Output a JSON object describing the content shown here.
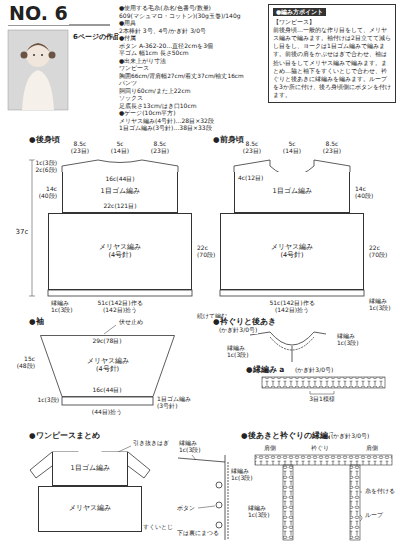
{
  "diagram": {
    "title": "NO. 6",
    "nodes": [
      {
        "text": [
          "●編み方ポイント",
          "【ワンピース】",
          "前後身頃…一般的な作り目をして、メリヤス編みで編みます。袖付けは2目立てて減らし目をし、ヨークは1目ゴム編みで編みます。前後の肩をかぶせはぎで合わせ、袖は拾い目をしてメリヤス編みで編みます。まとめ…脇と袖下をすくいとじで合わせ、衿ぐりと後あきに縁編みを編みます。ループを3か所に付け、後ろ身頃側にボタンを付けます。"
        ]
      },
      {
        "text": [
          "1目ゴム編み"
        ]
      },
      {
        "text": [
          "メリヤス編み",
          "(4号針)"
        ]
      },
      {
        "text": [
          "1目ゴム編み"
        ]
      },
      {
        "text": [
          "メリヤス編み",
          "(4号針)"
        ]
      },
      {
        "text": [
          "メリヤス編み",
          "(4号針)"
        ]
      },
      {
        "text": [
          "1目ゴム編み"
        ]
      },
      {
        "text": [
          "メリヤス編み"
        ]
      }
    ],
    "labels": [
      "6ページの作品",
      "●使用する毛糸(糸名/色番号/数量)",
      "609(マシュマロ・コットン)(30g玉巻)/140g",
      "●用具",
      "2本棒針 3号、4号/かぎ針 3/0号",
      "●付属",
      "ボタン A-362-20…直径2cmを3個",
      "平ゴム 幅1cm 長さ50cm",
      "●出来上がり寸法",
      "ワンピース",
      "胸囲66cm/背肩幅27cm/着丈37cm/袖丈16cm",
      "パンツ",
      "胴回り60cm/また上22cm",
      "ソックス",
      "足底長さ13cm/はき口10cm",
      "●ゲージ(10cm平方)",
      "メリヤス編み(4号針)…28目×32段",
      "1目ゴム編み(3号針)…38目×33段",
      "●後身頃",
      "8.5c",
      "5c",
      "8.5c",
      "(23目)",
      "(14目)",
      "(23目)",
      "1c(3段)",
      "2c(6段)",
      "16c(44目)",
      "22c(121目)",
      "14c",
      "(40段)",
      "22c",
      "(70段)",
      "37c",
      "縁編み",
      "1c(3段)",
      "51c(142目)作る",
      "(142目)拾う",
      "続けて編む",
      "●前身頃",
      "8.5c",
      "5c",
      "8.5c",
      "(23目)",
      "(14目)",
      "(23目)",
      "4c(12目)",
      "14c",
      "(40段)",
      "22c",
      "(70段)",
      "縁編み",
      "1c(3段)",
      "51c(142目)作る",
      "(142目)拾う",
      "●袖",
      "伏せ止め",
      "29c(78目)",
      "15c",
      "(48段)",
      "16c(44目)",
      "1c(3段)",
      "1目ゴム編み",
      "(3号針)",
      "(44目)拾う",
      "●衿ぐりと後あき",
      "(かぎ針3/0号)",
      "縁編み",
      "1c(3段)",
      "縁編み",
      "1c(3段)",
      "●縁編み a",
      "(かぎ針3/0号)",
      "3目1模様",
      "●ワンピースまとめ",
      "引き抜きはぎ",
      "すくいとじ",
      "縁編み",
      "1c(3段)",
      "ボタン",
      "下は裏にまつる",
      "縁編み",
      "1c(3段)",
      "●後あきと衿ぐりの縁編み",
      "(かぎ針3/0号)",
      "肩側",
      "衿ぐり",
      "肩側",
      "糸を付ける",
      "ループ",
      "縁編み",
      "1c(3段)"
    ]
  }
}
